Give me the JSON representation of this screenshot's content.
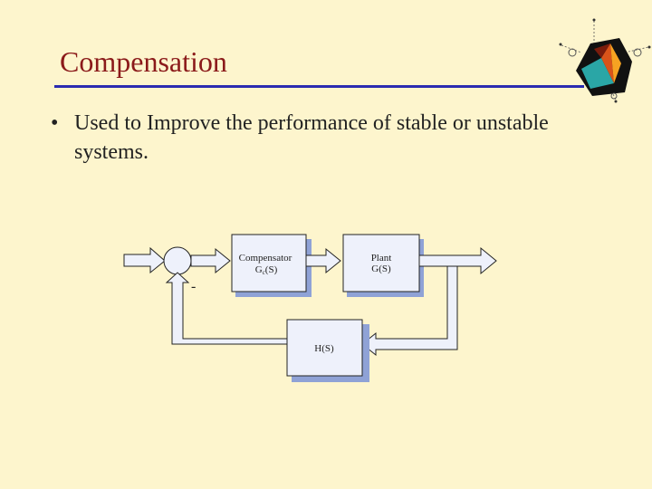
{
  "slide": {
    "title": "Compensation",
    "bullet_text": "Used to Improve the performance of stable or unstable systems."
  },
  "diagram": {
    "compensator_label": "Compensator",
    "compensator_tf_main": "G",
    "compensator_tf_sub": "c",
    "compensator_tf_arg": "(S)",
    "plant_label": "Plant",
    "plant_tf": "G(S)",
    "feedback_tf": "H(S)",
    "sum_sign": "-"
  },
  "colors": {
    "background": "#fdf5cd",
    "title": "#8b1a1a",
    "title_rule": "#2b2bb0",
    "block_fill": "#eef1fb",
    "block_shadow": "#8fa2d6"
  }
}
